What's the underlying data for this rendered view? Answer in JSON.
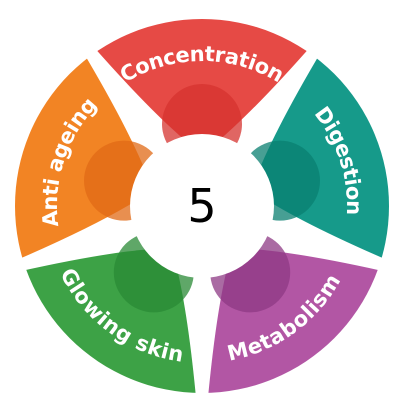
{
  "center_label": "5",
  "segments": [
    {
      "label": "Concentration",
      "color": "#e64a45",
      "shade": "#d6332f"
    },
    {
      "label": "Digestion",
      "color": "#169a8a",
      "shade": "#0a7f70"
    },
    {
      "label": "Metabolism",
      "color": "#b256a4",
      "shade": "#8e3a84"
    },
    {
      "label": "Glowing skin",
      "color": "#3da246",
      "shade": "#2a8a35"
    },
    {
      "label": "Anti ageing",
      "color": "#f28424",
      "shade": "#e06a16"
    }
  ]
}
